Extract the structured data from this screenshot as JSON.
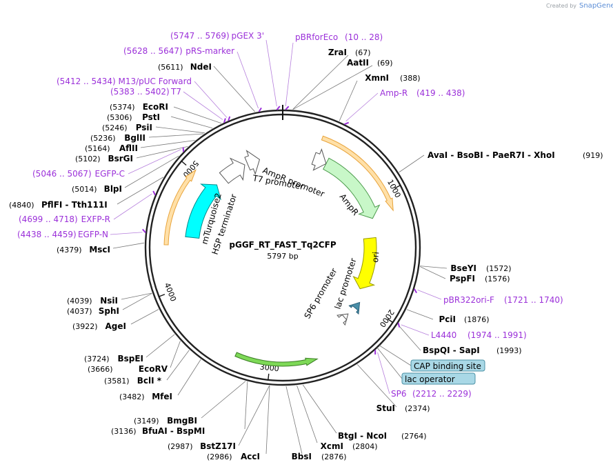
{
  "brand": {
    "created_by": "Created by",
    "logo_text": "SnapGene"
  },
  "plasmid": {
    "name": "pGGF_RT_FAST_Tq2CFP",
    "length_label": "5797 bp",
    "length": 5797
  },
  "ticks": [
    {
      "bp": 1000,
      "label": "1000"
    },
    {
      "bp": 2000,
      "label": "2000"
    },
    {
      "bp": 3000,
      "label": "3000"
    },
    {
      "bp": 4000,
      "label": "4000"
    },
    {
      "bp": 5000,
      "label": "5000"
    }
  ],
  "sites": [
    {
      "name": "ZraI",
      "pos": "(67)"
    },
    {
      "name": "AatII",
      "pos": "(69)"
    },
    {
      "name": "XmnI",
      "pos": "(388)"
    },
    {
      "name": "AvaI  -  BsoBI  -  PaeR7I  -  XhoI",
      "pos": "(919)"
    },
    {
      "name": "BseYI",
      "pos": "(1572)"
    },
    {
      "name": "PspFI",
      "pos": "(1576)"
    },
    {
      "name": "PciI",
      "pos": "(1876)"
    },
    {
      "name": "BspQI  -  SapI",
      "pos": "(1993)"
    },
    {
      "name": "StuI",
      "pos": "(2374)"
    },
    {
      "name": "BtgI  -  NcoI",
      "pos": "(2764)"
    },
    {
      "name": "XcmI",
      "pos": "(2804)"
    },
    {
      "name": "BbsI",
      "pos": "(2876)"
    },
    {
      "name": "AccI",
      "pos": "(2986)"
    },
    {
      "name": "BstZ17I",
      "pos": "(2987)"
    },
    {
      "name": "BfuAI  -  BspMI",
      "pos": "(3136)"
    },
    {
      "name": "BmgBI",
      "pos": "(3149)"
    },
    {
      "name": "MfeI",
      "pos": "(3482)"
    },
    {
      "name": "BclI *",
      "pos": "(3581)"
    },
    {
      "name": "EcoRV",
      "pos": "(3666)"
    },
    {
      "name": "BspEI",
      "pos": "(3724)"
    },
    {
      "name": "AgeI",
      "pos": "(3922)"
    },
    {
      "name": "SphI",
      "pos": "(4037)"
    },
    {
      "name": "NsiI",
      "pos": "(4039)"
    },
    {
      "name": "MscI",
      "pos": "(4379)"
    },
    {
      "name": "PflFI  -  Tth111I",
      "pos": "(4840)"
    },
    {
      "name": "BlpI",
      "pos": "(5014)"
    },
    {
      "name": "BsrGI",
      "pos": "(5102)"
    },
    {
      "name": "AflII",
      "pos": "(5164)"
    },
    {
      "name": "BglII",
      "pos": "(5236)"
    },
    {
      "name": "PsiI",
      "pos": "(5246)"
    },
    {
      "name": "PstI",
      "pos": "(5306)"
    },
    {
      "name": "EcoRI",
      "pos": "(5374)"
    },
    {
      "name": "NdeI",
      "pos": "(5611)"
    }
  ],
  "primers": [
    {
      "name": "pBRforEco",
      "pos": "(10 .. 28)"
    },
    {
      "name": "Amp-R",
      "pos": "(419 .. 438)"
    },
    {
      "name": "pBR322ori-F",
      "pos": "(1721 .. 1740)"
    },
    {
      "name": "L4440",
      "pos": "(1974 .. 1991)"
    },
    {
      "name": "SP6",
      "pos": "(2212 .. 2229)"
    },
    {
      "name": "EGFP-N",
      "pos": "(4438 .. 4459)"
    },
    {
      "name": "EXFP-R",
      "pos": "(4699 .. 4718)"
    },
    {
      "name": "EGFP-C",
      "pos": "(5046 .. 5067)"
    },
    {
      "name": "T7",
      "pos": "(5383 .. 5402)"
    },
    {
      "name": "M13/pUC Forward",
      "pos": "(5412 .. 5434)"
    },
    {
      "name": "pRS-marker",
      "pos": "(5628 .. 5647)"
    },
    {
      "name": "pGEX 3'",
      "pos": "(5747 .. 5769)"
    }
  ],
  "features": [
    {
      "label": "AmpR promoter"
    },
    {
      "label": "AmpR"
    },
    {
      "label": "ori"
    },
    {
      "label": "lac promoter"
    },
    {
      "label": "SP6 promoter"
    },
    {
      "label": "T7 promoter"
    },
    {
      "label": "HSP terminator"
    },
    {
      "label": "mTurquoise2"
    }
  ],
  "boxed": [
    {
      "label": "CAP binding site"
    },
    {
      "label": "lac operator"
    }
  ],
  "colors": {
    "ampr": "#c8f7c8",
    "ori": "#ffff00",
    "mturq": "#00ffff",
    "orf_outline": "#e8a33a",
    "orf_fill": "#ffe0a8",
    "green_orf": "#7ed957",
    "primer": "#9b30d9",
    "box_fill": "#a9d8e6",
    "box_stroke": "#4a90a4"
  }
}
